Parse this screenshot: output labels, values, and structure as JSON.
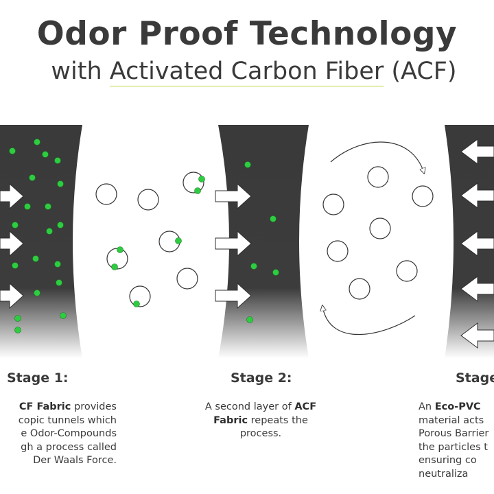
{
  "title": "Odor Proof Technology",
  "subtitle": {
    "prefix": "with ",
    "highlight": "Activated Carbon Fiber",
    "suffix": " (ACF)"
  },
  "colors": {
    "layer_dark": "#3a3a3a",
    "particle_green": "#2ecc40",
    "accent_underline": "#b7d53d",
    "text": "#3a3a3a"
  },
  "stages": [
    {
      "label": "Stage 1:",
      "desc_lines": [
        [
          {
            "t": "CF Fabric",
            "b": true
          },
          {
            "t": " provides",
            "b": false
          }
        ],
        [
          {
            "t": "copic tunnels which",
            "b": false
          }
        ],
        [
          {
            "t": "e Odor-Compounds",
            "b": false
          }
        ],
        [
          {
            "t": "gh a process called",
            "b": false
          }
        ],
        [
          {
            "t": " Der Waals Force.",
            "b": false
          }
        ]
      ]
    },
    {
      "label": "Stage 2:",
      "desc_lines": [
        [
          {
            "t": "A second layer of ",
            "b": false
          },
          {
            "t": "ACF",
            "b": true
          }
        ],
        [
          {
            "t": "Fabric",
            "b": true
          },
          {
            "t": " repeats the",
            "b": false
          }
        ],
        [
          {
            "t": "process.",
            "b": false
          }
        ]
      ]
    },
    {
      "label": "Stage",
      "desc_lines": [
        [
          {
            "t": "An ",
            "b": false
          },
          {
            "t": "Eco-PVC",
            "b": true
          }
        ],
        [
          {
            "t": "material acts",
            "b": false
          }
        ],
        [
          {
            "t": "Porous Barrier",
            "b": false
          }
        ],
        [
          {
            "t": "the particles t",
            "b": false
          }
        ],
        [
          {
            "t": "ensuring co",
            "b": false
          }
        ],
        [
          {
            "t": "neutraliza",
            "b": false
          }
        ]
      ]
    }
  ]
}
